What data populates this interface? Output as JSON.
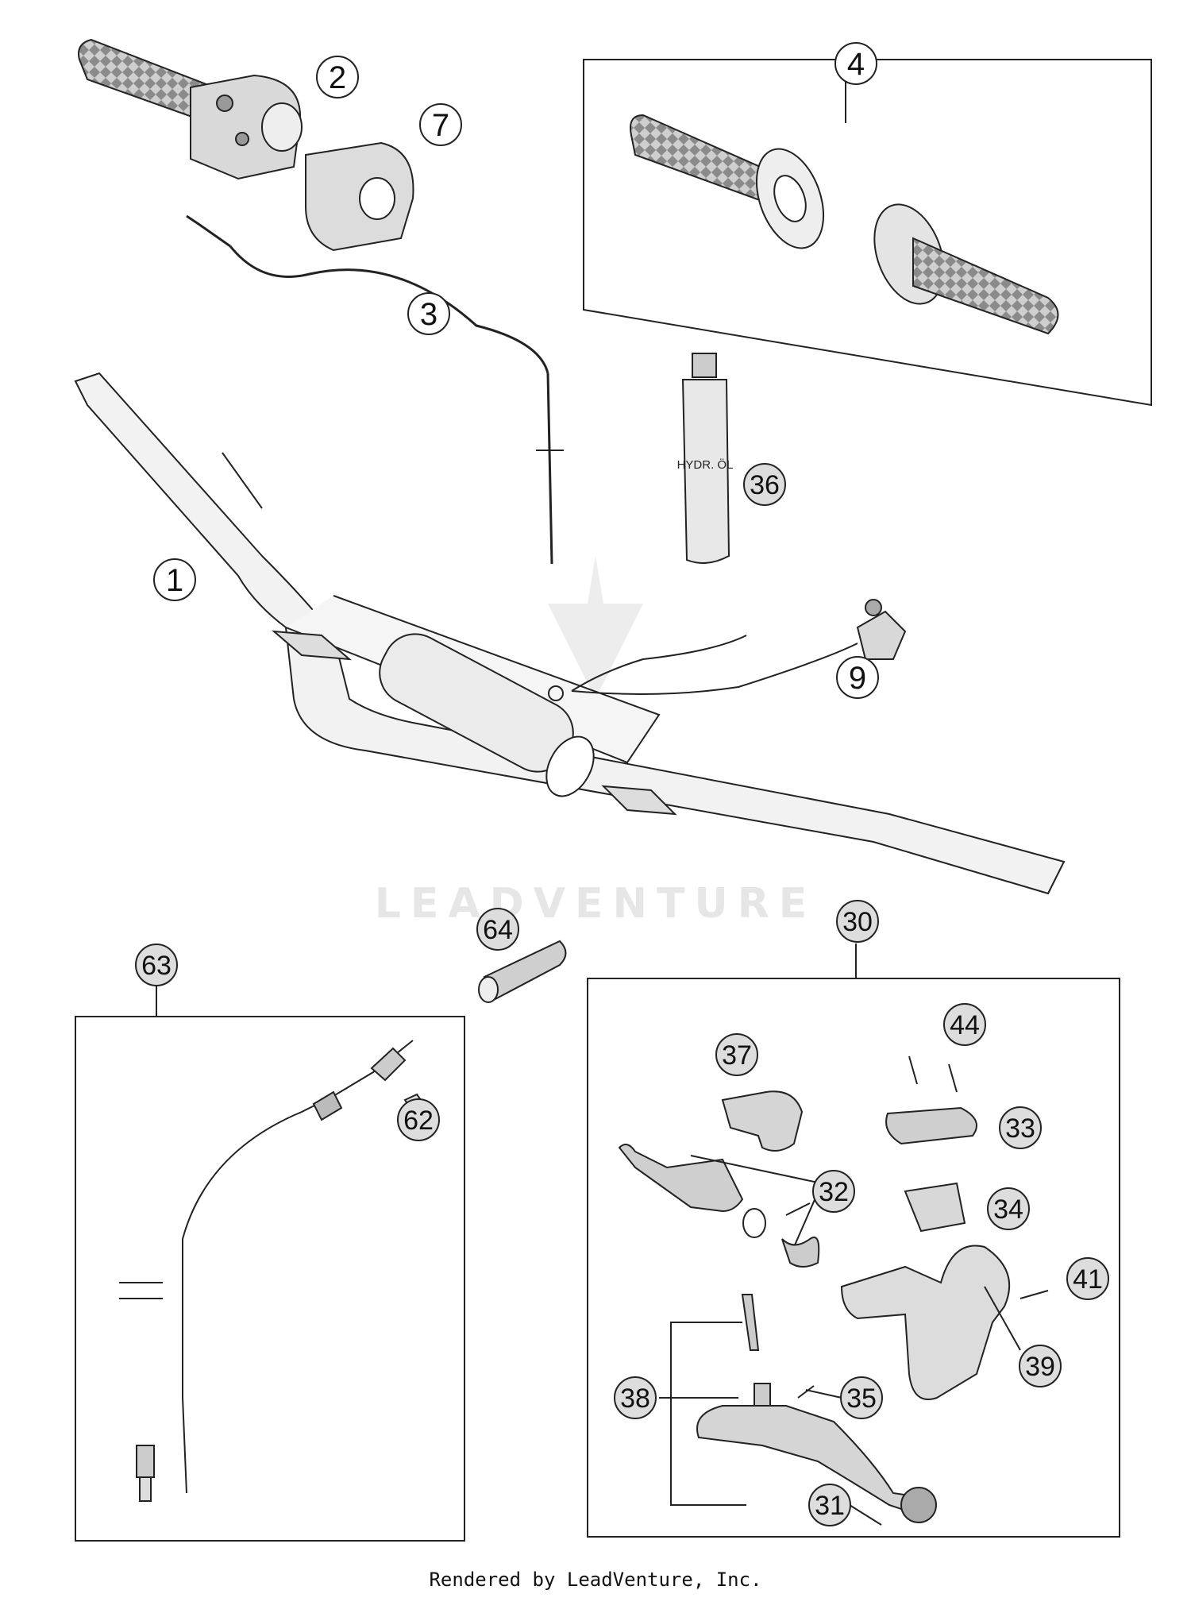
{
  "watermark": "LEADVENTURE",
  "footer": "Rendered by LeadVenture, Inc.",
  "callouts": {
    "c1": "1",
    "c2": "2",
    "c3": "3",
    "c4": "4",
    "c7": "7",
    "c9": "9",
    "c30": "30",
    "c31": "31",
    "c32": "32",
    "c33": "33",
    "c34": "34",
    "c35": "35",
    "c36": "36",
    "c37": "37",
    "c38": "38",
    "c39": "39",
    "c41": "41",
    "c44": "44",
    "c62": "62",
    "c63": "63",
    "c64": "64"
  },
  "labels": {
    "oil_bottle": "HYDR. ÖL"
  },
  "colors": {
    "line": "#222222",
    "grey": "#bdbdbd",
    "dark": "#777777"
  }
}
